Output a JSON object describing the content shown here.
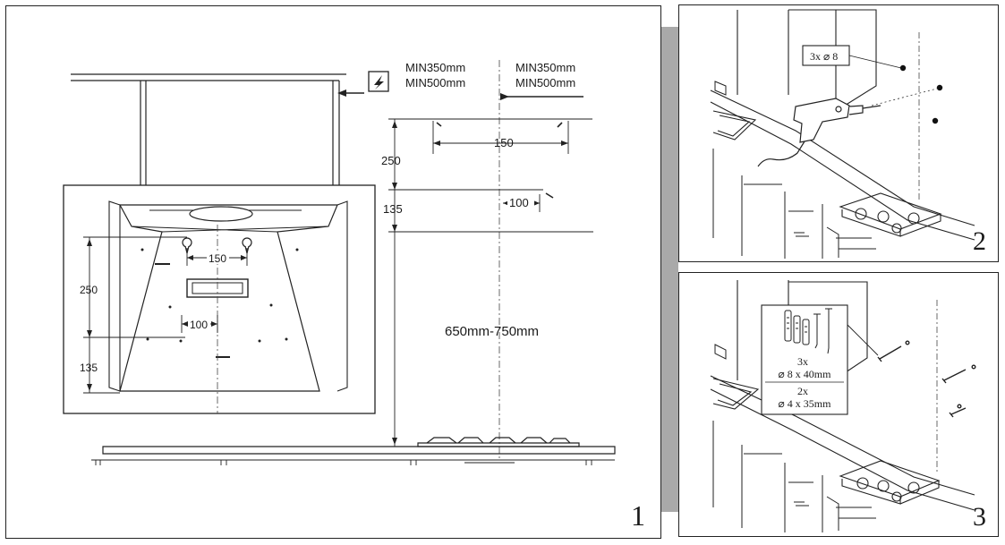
{
  "panel1": {
    "number": "1",
    "warning_icon": "lightning-warning-icon",
    "clearance_left": [
      "MIN350mm",
      "MIN500mm"
    ],
    "clearance_right": [
      "MIN350mm",
      "MIN500mm"
    ],
    "dim_150_top": "150",
    "dim_250_top": "250",
    "dim_100_top": "100",
    "dim_135_top": "135",
    "dim_height": "650mm-750mm",
    "inset": {
      "dim_150": "150",
      "dim_250": "250",
      "dim_100": "100",
      "dim_135": "135"
    }
  },
  "panel2": {
    "number": "2",
    "callout": "3x ⌀ 8"
  },
  "panel3": {
    "number": "3",
    "callout_line1_qty": "3x",
    "callout_line1_size": "⌀ 8 x 40mm",
    "callout_line2_qty": "2x",
    "callout_line2_size": "⌀ 4 x 35mm"
  }
}
